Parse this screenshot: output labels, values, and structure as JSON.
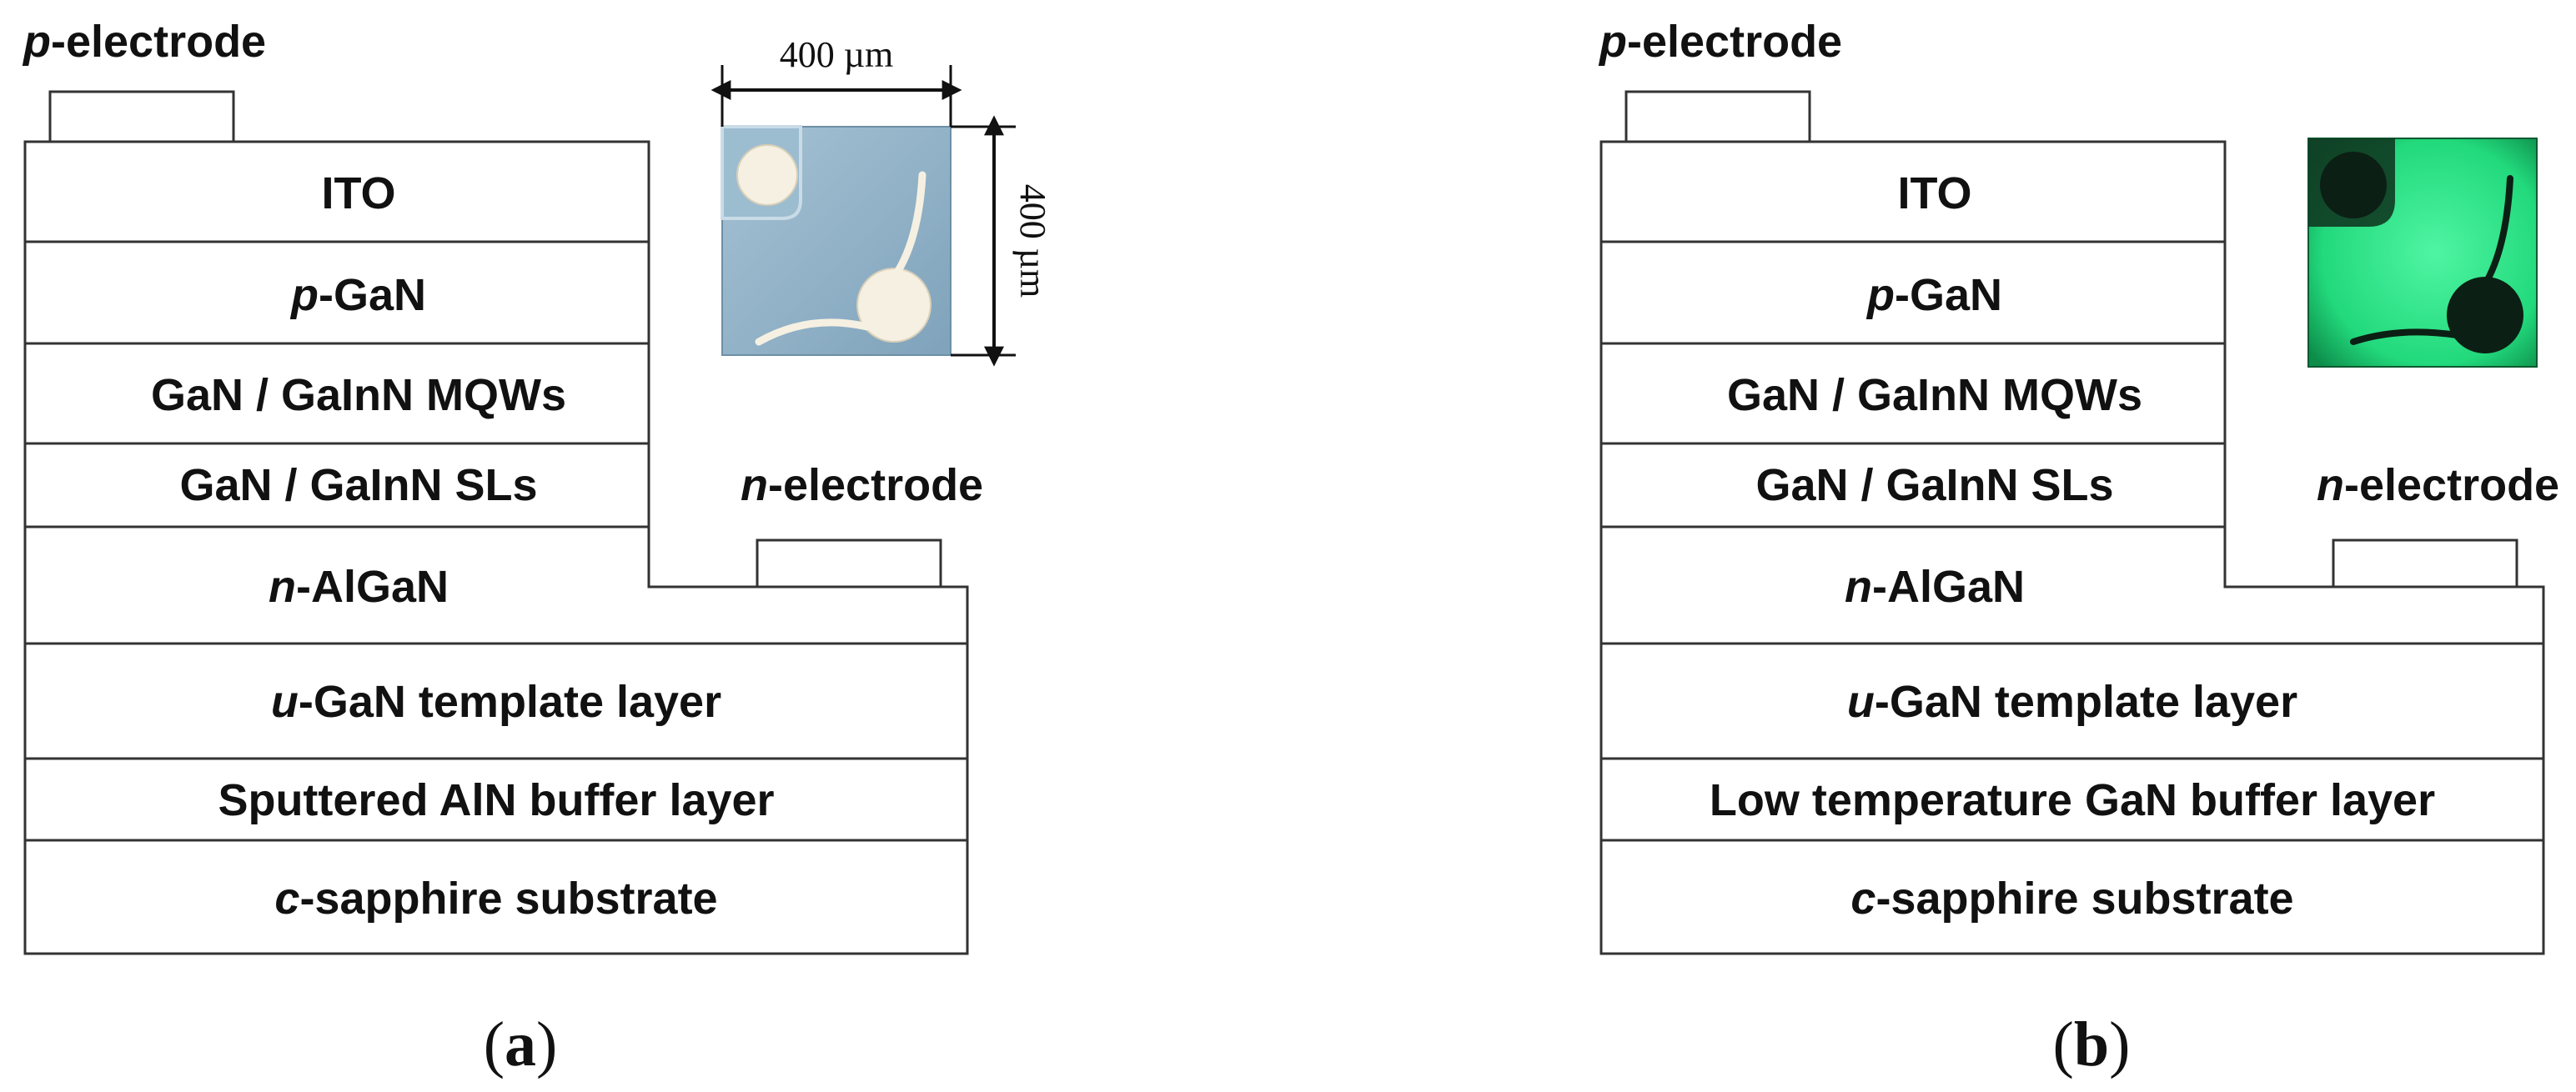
{
  "panels": [
    {
      "id": "a",
      "caption_open": "(",
      "caption_letter": "a",
      "caption_close": ")",
      "p_electrode": {
        "italic": "p",
        "rest": "-electrode"
      },
      "n_electrode": {
        "italic": "n",
        "rest": "-electrode"
      },
      "layers": {
        "ito": "ITO",
        "p_gan": {
          "italic": "p",
          "rest": "-GaN"
        },
        "mqws": "GaN / GaInN MQWs",
        "sls": "GaN / GaInN SLs",
        "n_algan": {
          "italic": "n",
          "rest": "-AlGaN"
        },
        "u_gan": {
          "italic": "u",
          "rest": "-GaN template layer"
        },
        "buffer": "Sputtered AlN buffer layer",
        "substrate": {
          "italic": "c",
          "rest": "-sapphire substrate"
        }
      },
      "buffer_color": "#f9dcdc",
      "inset": {
        "type": "chip-photo",
        "width_label": "400 µm",
        "height_label": "400 µm",
        "chip_color": "#8fb2c8",
        "pad_color": "#f5f0e2"
      }
    },
    {
      "id": "b",
      "caption_open": "(",
      "caption_letter": "b",
      "caption_close": ")",
      "p_electrode": {
        "italic": "p",
        "rest": "-electrode"
      },
      "n_electrode": {
        "italic": "n",
        "rest": "-electrode"
      },
      "layers": {
        "ito": "ITO",
        "p_gan": {
          "italic": "p",
          "rest": "-GaN"
        },
        "mqws": "GaN / GaInN MQWs",
        "sls": "GaN / GaInN SLs",
        "n_algan": {
          "italic": "n",
          "rest": "-AlGaN"
        },
        "u_gan": {
          "italic": "u",
          "rest": "-GaN template layer"
        },
        "buffer": "Low temperature GaN buffer layer",
        "substrate": {
          "italic": "c",
          "rest": "-sapphire substrate"
        }
      },
      "buffer_color": "#dce8f4",
      "inset": {
        "type": "electroluminescence-photo",
        "glow_color": "#2de68a",
        "pad_color": "#0f2a1a"
      }
    }
  ]
}
